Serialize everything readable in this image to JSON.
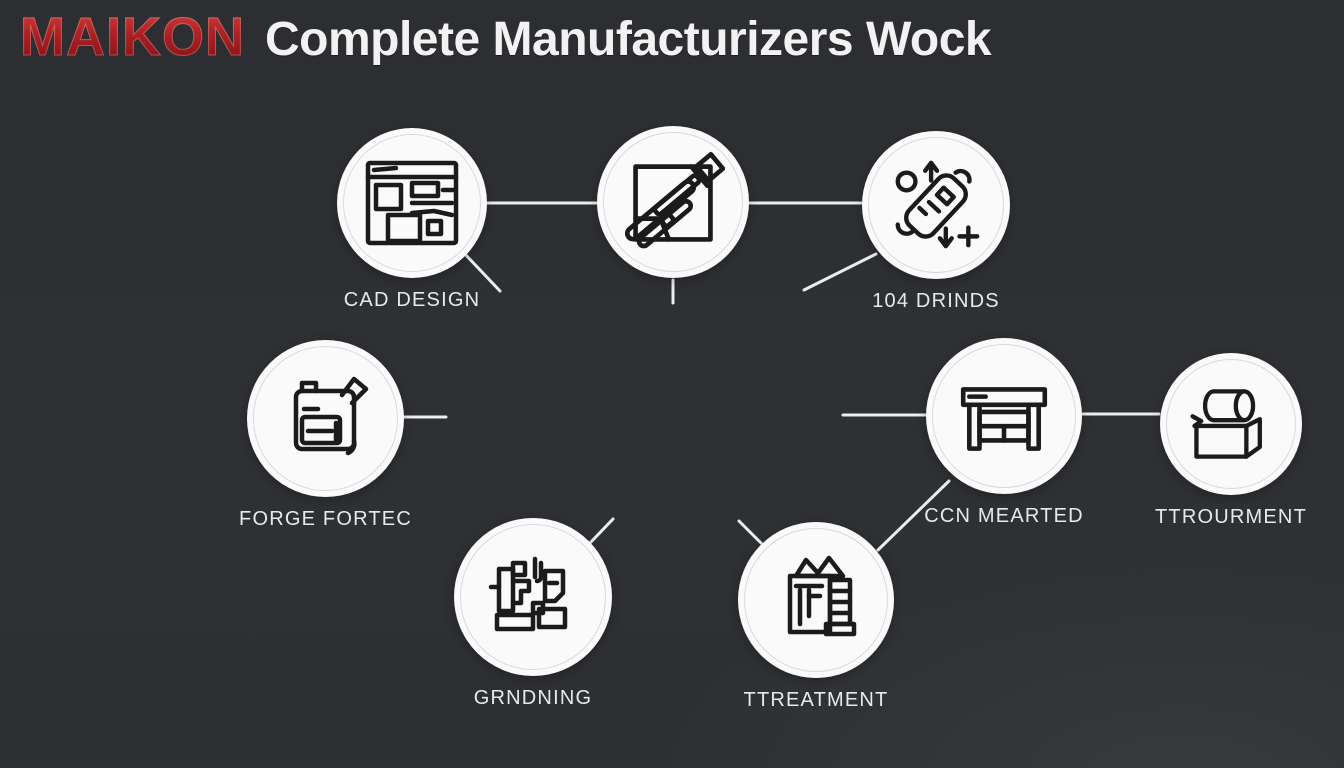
{
  "header": {
    "brand": "MAIKON",
    "title": "Complete Manufacturizers Wock"
  },
  "colors": {
    "background": "#2e3034",
    "brand_red": "#a31b1e",
    "title_text": "#f2f2f3",
    "circle_fill": "#fafafa",
    "circle_ring": "#d7dadb",
    "icon_stroke": "#1b1b1b",
    "connector_line": "#eceded",
    "label_text": "#e8e9ea"
  },
  "nodes": [
    {
      "label": "CAD DESIGN",
      "icon": "cad-drawing-icon"
    },
    {
      "label": "",
      "icon": "cnc-milling-tools-icon"
    },
    {
      "label": "104 DRINDS",
      "icon": "roller-gauge-arrows-icon"
    },
    {
      "label": "FORGE FORTEC",
      "icon": "forge-die-document-icon"
    },
    {
      "label": "CCN MEARTED",
      "icon": "machine-table-icon"
    },
    {
      "label": "TTROURMENT",
      "icon": "metal-coil-block-icon"
    },
    {
      "label": "GRNDNING",
      "icon": "grinding-machine-icon"
    },
    {
      "label": "TTREATMENT",
      "icon": "treatment-furnace-icon"
    }
  ]
}
